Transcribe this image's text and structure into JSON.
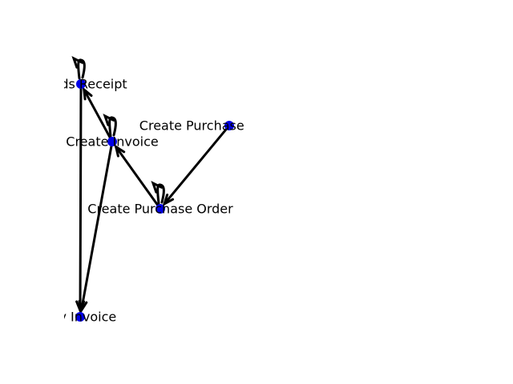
{
  "diagram": {
    "node_color": "#0000e6",
    "edge_color": "#000000",
    "nodes": [
      {
        "id": "goods_receipt",
        "label": "Goods Receipt"
      },
      {
        "id": "create_invoice",
        "label": "Create Invoice"
      },
      {
        "id": "create_purchase_request",
        "label": "Create Purchase Requisition"
      },
      {
        "id": "create_purchase_order",
        "label": "Create Purchase Order"
      },
      {
        "id": "pay_invoice",
        "label": "Pay Invoice"
      }
    ],
    "edges": [
      {
        "from": "create_purchase_request",
        "to": "create_purchase_order"
      },
      {
        "from": "create_purchase_order",
        "to": "create_invoice"
      },
      {
        "from": "create_invoice",
        "to": "goods_receipt"
      },
      {
        "from": "create_invoice",
        "to": "pay_invoice"
      },
      {
        "from": "goods_receipt",
        "to": "pay_invoice"
      }
    ],
    "self_loops": [
      "goods_receipt",
      "create_invoice",
      "create_purchase_order"
    ]
  }
}
